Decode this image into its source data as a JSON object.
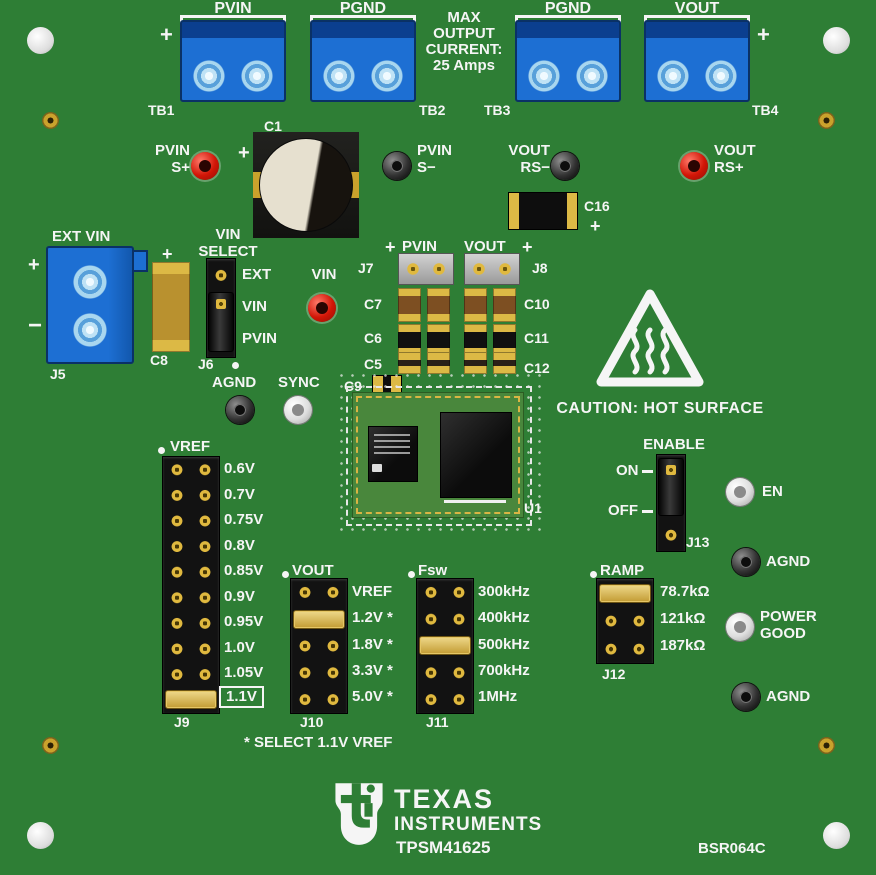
{
  "sym": {
    "plus": "+",
    "minus": "−"
  },
  "top": {
    "max": {
      "l1": "MAX",
      "l2": "OUTPUT",
      "l3": "CURRENT:",
      "l4": "25 Amps"
    },
    "tb": [
      {
        "label": "PVIN",
        "ref": "TB1"
      },
      {
        "label": "PGND",
        "ref": "TB2"
      },
      {
        "label": "PGND",
        "ref": "TB3"
      },
      {
        "label": "VOUT",
        "ref": "TB4"
      }
    ]
  },
  "tp": {
    "pvin_sense_p": {
      "l1": "PVIN",
      "l2": "S+"
    },
    "pvin_sense_m": {
      "l1": "PVIN",
      "l2": "S−"
    },
    "vout_rs_m": {
      "l1": "VOUT",
      "l2": "RS−"
    },
    "vout_rs_p": {
      "l1": "VOUT",
      "l2": "RS+"
    },
    "vin": "VIN",
    "agnd_mid": "AGND",
    "sync": "SYNC",
    "en": "EN",
    "agnd_r1": "AGND",
    "pgood": {
      "l1": "POWER",
      "l2": "GOOD"
    },
    "agnd_r2": "AGND"
  },
  "ext_vin": {
    "title": "EXT VIN",
    "ref": "J5"
  },
  "vin_select": {
    "l1": "VIN",
    "l2": "SELECT",
    "options": [
      "EXT",
      "VIN",
      "PVIN"
    ],
    "ref": "J6"
  },
  "caps": {
    "c1": "C1",
    "c5": "C5",
    "c6": "C6",
    "c7": "C7",
    "c8": "C8",
    "c9": "C9",
    "c10": "C10",
    "c11": "C11",
    "c12": "C12",
    "c16": "C16"
  },
  "pvin_hdr": {
    "label": "PVIN",
    "ref": "J7"
  },
  "vout_hdr": {
    "label": "VOUT",
    "ref": "J8"
  },
  "module": {
    "ref": "U1"
  },
  "caution": "CAUTION: HOT SURFACE",
  "enable": {
    "title": "ENABLE",
    "on": "ON",
    "off": "OFF",
    "ref": "J13"
  },
  "vref": {
    "title": "VREF",
    "ref": "J9",
    "options": [
      "0.6V",
      "0.7V",
      "0.75V",
      "0.8V",
      "0.85V",
      "0.9V",
      "0.95V",
      "1.0V",
      "1.05V",
      "1.1V"
    ]
  },
  "vout_sel": {
    "title": "VOUT",
    "ref": "J10",
    "options": [
      "VREF",
      "1.2V *",
      "1.8V *",
      "3.3V *",
      "5.0V *"
    ]
  },
  "fsw": {
    "title": "Fsw",
    "ref": "J11",
    "options": [
      "300kHz",
      "400kHz",
      "500kHz",
      "700kHz",
      "1MHz"
    ]
  },
  "ramp": {
    "title": "RAMP",
    "ref": "J12",
    "options": [
      "78.7kΩ",
      "121kΩ",
      "187kΩ"
    ]
  },
  "note": "* SELECT 1.1V VREF",
  "footer": {
    "brand1": "TEXAS",
    "brand2": "INSTRUMENTS",
    "part": "TPSM41625",
    "board_id": "BSR064C"
  },
  "colors": {
    "board": "#2e7e35",
    "silkscreen": "#f5f5f5",
    "terminal_blue": "#1d6fd3",
    "gold": "#d9b544",
    "tp_red": "#d21607"
  }
}
